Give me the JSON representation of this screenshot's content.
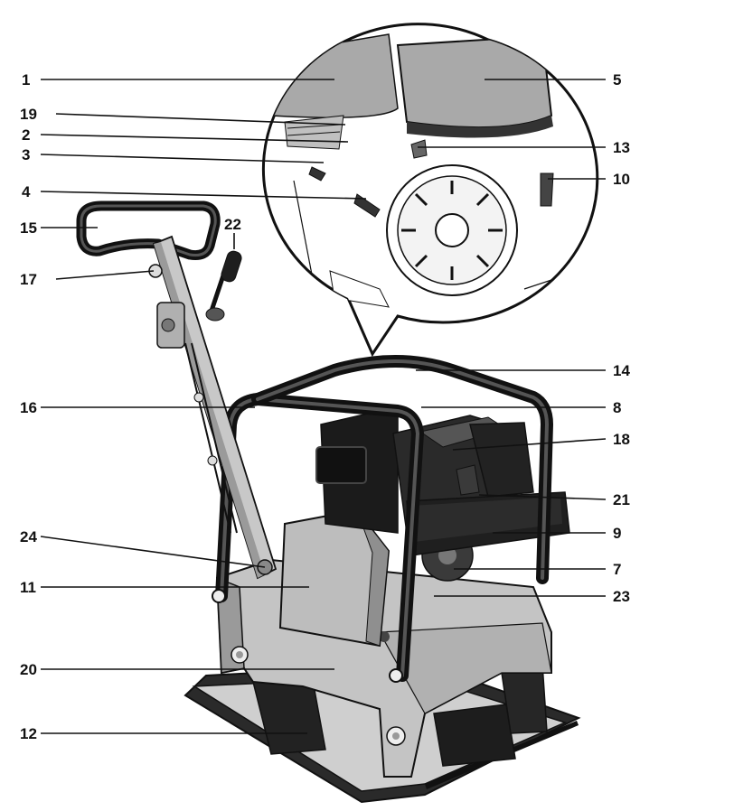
{
  "figure": {
    "accent_color": "#111111",
    "machine_colors": {
      "body": "#bdbdbd",
      "body_light": "#d4d4d4",
      "body_dark": "#8f8f8f",
      "black": "#1a1a1a",
      "magnifier_fill": "#ffffff"
    }
  },
  "callouts": {
    "c1": "1",
    "c2": "2",
    "c3": "3",
    "c4": "4",
    "c5": "5",
    "c7": "7",
    "c8": "8",
    "c9": "9",
    "c10": "10",
    "c11": "11",
    "c12": "12",
    "c13": "13",
    "c14": "14",
    "c15": "15",
    "c16": "16",
    "c17": "17",
    "c18": "18",
    "c19": "19",
    "c20": "20",
    "c21": "21",
    "c22": "22",
    "c23": "23",
    "c24": "24"
  }
}
